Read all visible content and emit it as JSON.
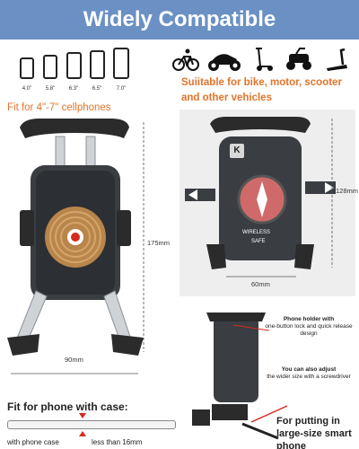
{
  "banner": {
    "title": "Widely Compatible"
  },
  "phones": {
    "sizes": [
      "4.0\"",
      "5.8\"",
      "6.3\"",
      "6.5\"",
      "7.0\""
    ]
  },
  "fit_range": "Fit for 4\"-7\" cellphones",
  "vehicles": {
    "icons": [
      "bicycle-icon",
      "motorcycle-icon",
      "scooter-icon",
      "atv-icon",
      "treadmill-icon"
    ],
    "text": "Suiitable for bike, motor, scooter and other vehicles"
  },
  "left_holder": {
    "height_label": "175mm",
    "width_label": "90mm"
  },
  "right_holder": {
    "height_label": "128mm",
    "width_label": "60mm",
    "brand_badge": "K",
    "wireless_label": "WIRELESS",
    "wireless_sub": "SAFE"
  },
  "notes": {
    "one_button_title": "Phone holder with",
    "one_button_body": "one-button lock and quick release design",
    "adjust_title": "You can also adjust",
    "adjust_body": "the wider size with a screwdriver",
    "large_size": "For putting in large-size smart phone"
  },
  "case": {
    "title": "Fit for phone with case:",
    "with_case": "with phone case",
    "limit": "less than 16mm"
  },
  "colors": {
    "banner": "#6a90c4",
    "accent_orange": "#e2742a",
    "accent_red": "#d6291d"
  }
}
